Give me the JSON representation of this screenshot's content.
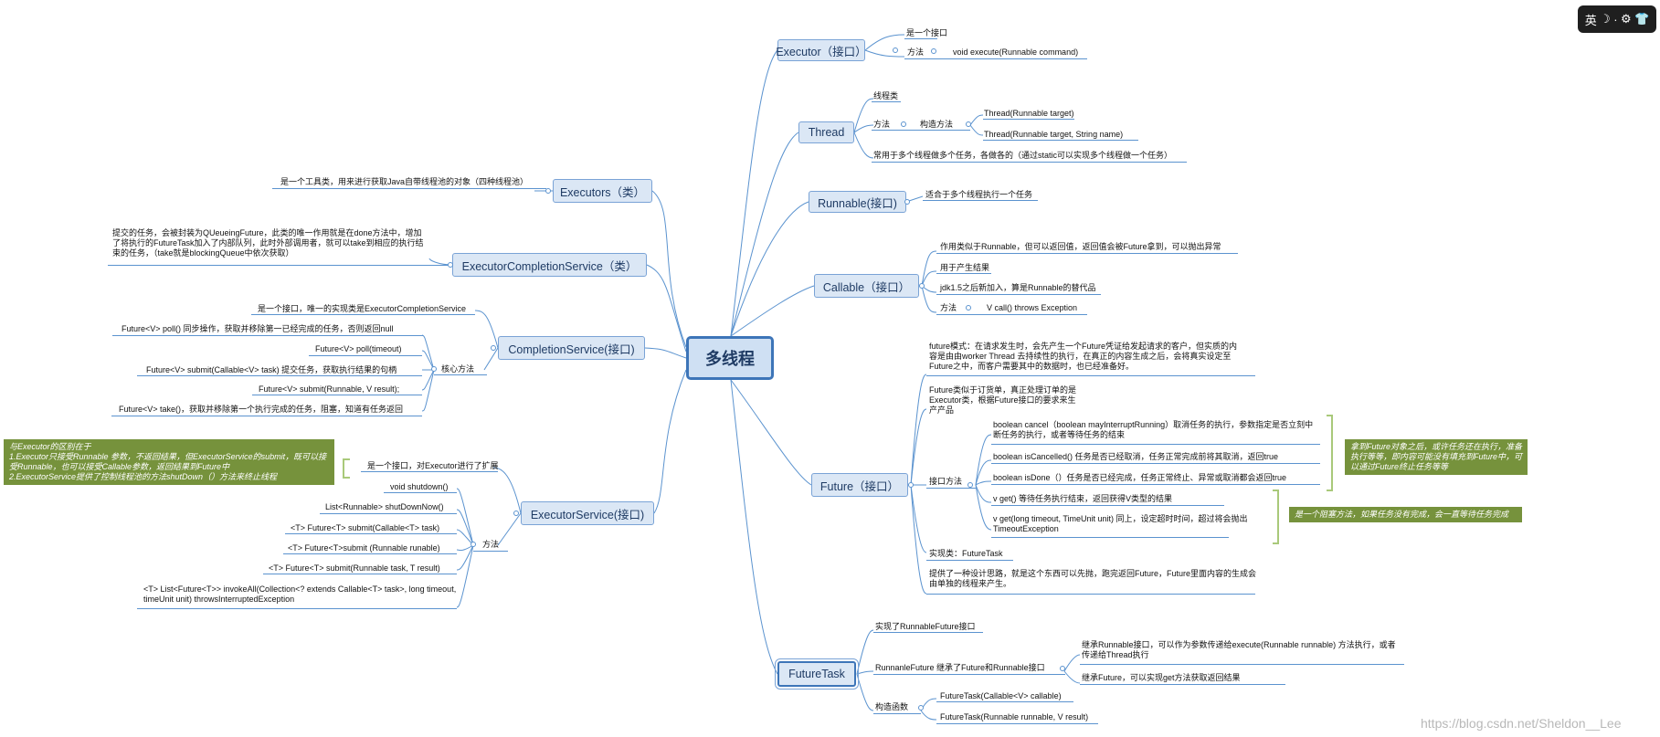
{
  "central": "多线程",
  "executor": {
    "title": "Executor（接口）",
    "l1": "是一个接口",
    "l2": "方法",
    "l3": "void execute(Runnable command)"
  },
  "thread": {
    "title": "Thread",
    "l1": "线程类",
    "l2": "方法",
    "l3": "构造方法",
    "l4": "Thread(Runnable target)",
    "l5": "Thread(Runnable target, String name)",
    "l6": "常用于多个线程做多个任务，各做各的（通过static可以实现多个线程做一个任务）"
  },
  "runnable": {
    "title": "Runnable(接口)",
    "l1": "适合于多个线程执行一个任务"
  },
  "callable": {
    "title": "Callable（接口）",
    "l1": "作用类似于Runnable，但可以返回值，返回值会被Future拿到，可以抛出异常",
    "l2": "用于产生结果",
    "l3": "jdk1.5之后新加入，算是Runnable的替代品",
    "l4": "方法",
    "l5": "V call() throws Exception"
  },
  "future": {
    "title": "Future（接口）",
    "l1": "future模式：在请求发生时，会先产生一个Future凭证给发起请求的客户，但实质的内容是由由worker Thread 去持续性的执行，在真正的内容生成之后，会将真实设定至Future之中，而客户需要其中的数据时，也已经准备好。",
    "l2": "Future类似于订货单，真正处理订单的是Executor类，根据Future接口的要求来生产产品",
    "l3": "接口方法",
    "l4": "boolean cancel（boolean mayInterruptRunning）取消任务的执行，参数指定是否立刻中断任务的执行，或者等待任务的结束",
    "l5": "boolean isCancelled() 任务是否已经取消，任务正常完成前将其取消，返回true",
    "l6": "boolean isDone（）任务是否已经完成，任务正常终止、异常或取消都会返回true",
    "l7": "v get() 等待任务执行结束，返回获得V类型的结果",
    "l8": "v get(long timeout, TimeUnit unit) 同上，设定超时时间，超过将会抛出TimeoutException",
    "l9": "实现类：FutureTask",
    "l10": "提供了一种设计思路，就是这个东西可以先抛，跑完返回Future，Future里面内容的生成会由单独的线程来产生。",
    "note1": "拿到Future对象之后，或许任务还在执行，准备执行等等，即内容可能没有填充到Future中，可以通过Future终止任务等等",
    "note2": "是一个阻塞方法，如果任务没有完成，会一直等待任务完成"
  },
  "futuretask": {
    "title": "FutureTask",
    "l1": "实现了RunnableFuture接口",
    "l2": "RunnanleFuture 继承了Future和Runnable接口",
    "l3": "继承Runnable接口，可以作为参数传递给execute(Runnable runnable) 方法执行，或者传递给Thread执行",
    "l4": "继承Future，可以实现get方法获取返回结果",
    "l5": "构造函数",
    "l6": "FutureTask(Callable<V> callable)",
    "l7": "FutureTask(Runnable runnable, V result)"
  },
  "executors": {
    "title": "Executors（类）",
    "l1": "是一个工具类，用来进行获取Java自带线程池的对象（四种线程池）"
  },
  "ecs": {
    "title": "ExecutorCompletionService（类）",
    "l1": "提交的任务，会被封装为QUeueingFuture，此类的唯一作用就是在done方法中，增加了将执行的FutureTask加入了内部队列，此时外部调用者，就可以take到相应的执行结束的任务，（take就是blockingQueue中依次获取）"
  },
  "cs": {
    "title": "CompletionService(接口)",
    "l1": "是一个接口，唯一的实现类是ExecutorCompletionService",
    "l2": "核心方法",
    "l3": "Future<V> poll() 同步操作，获取并移除第一已经完成的任务，否则返回null",
    "l4": "Future<V> poll(timeout)",
    "l5": "Future<V> submit(Callable<V> task) 提交任务，获取执行结果的句柄",
    "l6": "Future<V> submit(Runnable, V result);",
    "l7": "Future<V> take()，获取并移除第一个执行完成的任务，阻塞，知道有任务返回"
  },
  "es": {
    "title": "ExecutorService(接口)",
    "l1": "是一个接口，对Executor进行了扩展",
    "l2": "方法",
    "l3": "void shutdown()",
    "l4": "List<Runnable> shutDownNow()",
    "l5": "<T> Future<T> submit(Callable<T> task)",
    "l6": "<T> Future<T>submit (Runnable runable)",
    "l7": "<T> Future<T> submit(Runnable task, T result)",
    "l8": "<T> List<Future<T>> invokeAll(Collection<? extends Callable<T> task>, long timeout, timeUnit unit) throwsInterruptedException",
    "note": "与Executor的区别在于\n1.Executor只接受Runnable 参数，不返回结果，但ExecutorService的submit，既可以接受Runnable，也可以接受Callable参数，返回结果到Future中\n2.ExecutorService提供了控制线程池的方法shutDown（）方法来终止线程"
  },
  "toolbar": {
    "lang": "英",
    "moon": "☽",
    "dot": "·",
    "gear": "⚙",
    "shirt": "👕"
  },
  "watermark": "https://blog.csdn.net/Sheldon__Lee"
}
